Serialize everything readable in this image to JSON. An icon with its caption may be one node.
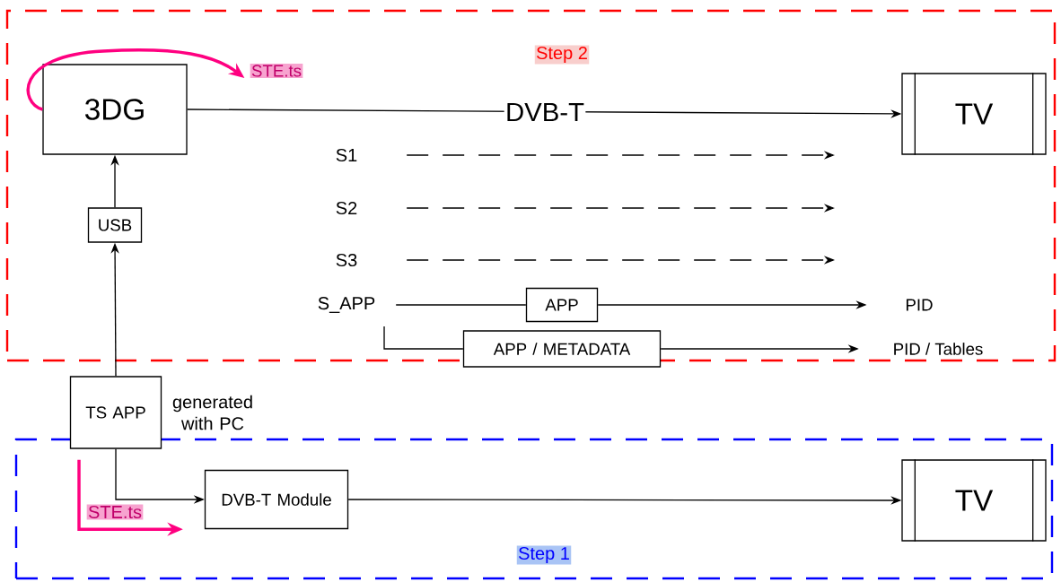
{
  "diagram": {
    "nodes": [
      {
        "text": [
          "Step 2"
        ]
      },
      {
        "text": [
          "3DG"
        ],
        "in": 0
      },
      {
        "text": [
          "TV"
        ],
        "in": 0
      },
      {
        "text": [
          "USB"
        ],
        "in": 0
      },
      {
        "text": [
          "S1"
        ],
        "in": 0
      },
      {
        "text": [
          "S2"
        ],
        "in": 0
      },
      {
        "text": [
          "S3"
        ],
        "in": 0
      },
      {
        "text": [
          "S_APP"
        ],
        "in": 0
      },
      {
        "text": [
          "APP"
        ],
        "in": 0
      },
      {
        "text": [
          "PID"
        ],
        "in": 0
      },
      {
        "text": [
          "APP / METADATA"
        ]
      },
      {
        "text": [
          "PID / Tables"
        ],
        "in": 0
      },
      {
        "text": [
          "TS APP"
        ],
        "beside": [
          "generated with PC"
        ]
      },
      {
        "text": [
          "Step 1"
        ]
      },
      {
        "text": [
          "DVB-T Module"
        ],
        "in": 13
      },
      {
        "text": [
          "TV"
        ],
        "in": 13
      },
      {
        "text": [
          "STE.ts"
        ],
        "in": 0
      },
      {
        "text": [
          "STE.ts"
        ],
        "in": 13
      }
    ],
    "edges": [
      {
        "from": 1,
        "to": 2,
        "arrow": "to",
        "label": "DVB-T"
      },
      {
        "from": 1,
        "to": 16,
        "arrow": "to",
        "style": "thick",
        "color": "#ff0080"
      },
      {
        "from": 3,
        "to": 1,
        "arrow": "to"
      },
      {
        "from": 12,
        "to": 3,
        "arrow": "to"
      },
      {
        "from": 4,
        "to": null,
        "arrow": "to",
        "style": "dashed"
      },
      {
        "from": 5,
        "to": null,
        "arrow": "to",
        "style": "dashed"
      },
      {
        "from": 6,
        "to": null,
        "arrow": "to",
        "style": "dashed"
      },
      {
        "from": 7,
        "to": 8,
        "arrow": "none"
      },
      {
        "from": 8,
        "to": 9,
        "arrow": "to"
      },
      {
        "from": 7,
        "to": 10,
        "arrow": "none"
      },
      {
        "from": 10,
        "to": 11,
        "arrow": "to"
      },
      {
        "from": 12,
        "to": 14,
        "arrow": "to"
      },
      {
        "from": 12,
        "to": 14,
        "arrow": "to",
        "style": "thick",
        "color": "#ff0080"
      },
      {
        "from": 14,
        "to": 15,
        "arrow": "to"
      }
    ]
  }
}
